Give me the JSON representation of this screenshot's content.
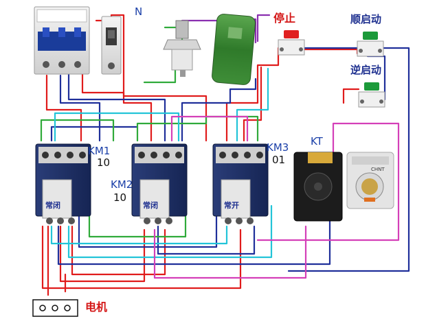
{
  "labels": {
    "n": "N",
    "stop": "停止",
    "forward_start": "顺启动",
    "reverse_start": "逆启动",
    "km1": "KM1",
    "km1_num": "10",
    "km2": "KM2",
    "km2_num": "10",
    "km3": "KM3",
    "km3_num": "01",
    "kt": "KT",
    "nc1": "常闭",
    "nc2": "常闭",
    "no3": "常开",
    "motor": "电机",
    "timer_brand": "CHNT"
  },
  "colors": {
    "wire_red": "#e01b1b",
    "wire_blue": "#1f2f9a",
    "wire_green": "#2faa3a",
    "wire_cyan": "#22c4d8",
    "wire_magenta": "#d43fb8",
    "wire_purple": "#8a2fb0",
    "contactor_body": "#1f2f66",
    "button_red": "#e02020",
    "button_green": "#1c9a3a",
    "resistor": "#3d8a3a"
  }
}
